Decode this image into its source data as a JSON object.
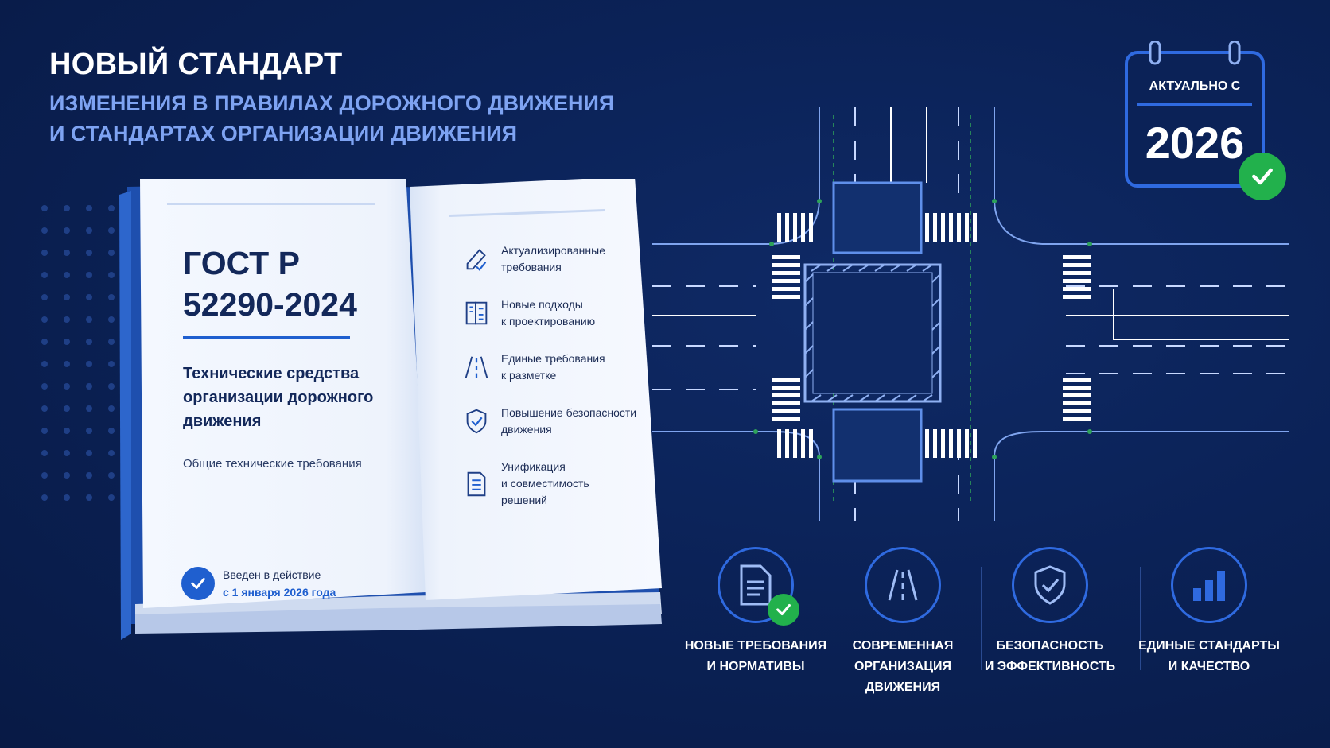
{
  "header": {
    "title": "НОВЫЙ СТАНДАРТ",
    "subtitle_line1": "ИЗМЕНЕНИЯ В ПРАВИЛАХ ДОРОЖНОГО ДВИЖЕНИЯ",
    "subtitle_line2": "И СТАНДАРТАХ ОРГАНИЗАЦИИ ДВИЖЕНИЯ"
  },
  "book": {
    "code_line1": "ГОСТ Р",
    "code_line2": "52290-2024",
    "description": "Технические средства организации дорожного движения",
    "subtitle": "Общие технические требования",
    "effective_line1": "Введен в действие",
    "effective_line2": "с 1 января 2026 года",
    "features": [
      {
        "icon": "edit-document-icon",
        "line1": "Актуализированные",
        "line2": "требования"
      },
      {
        "icon": "blueprint-icon",
        "line1": "Новые подходы",
        "line2": "к проектированию"
      },
      {
        "icon": "road-marking-icon",
        "line1": "Единые требования",
        "line2": "к разметке"
      },
      {
        "icon": "shield-check-icon",
        "line1": "Повышение безопасности",
        "line2": "движения"
      },
      {
        "icon": "document-list-icon",
        "line1": "Унификация",
        "line2": "и совместимость",
        "line3": "решений"
      }
    ]
  },
  "calendar": {
    "label": "АКТУАЛЬНО С",
    "year": "2026"
  },
  "bottom_features": [
    {
      "icon": "document-check-icon",
      "line1": "НОВЫЕ ТРЕБОВАНИЯ",
      "line2": "И НОРМАТИВЫ"
    },
    {
      "icon": "road-icon",
      "line1": "СОВРЕМЕННАЯ",
      "line2": "ОРГАНИЗАЦИЯ",
      "line3": "ДВИЖЕНИЯ"
    },
    {
      "icon": "shield-check-icon",
      "line1": "БЕЗОПАСНОСТЬ",
      "line2": "И ЭФФЕКТИВНОСТЬ"
    },
    {
      "icon": "bar-chart-icon",
      "line1": "ЕДИНЫЕ СТАНДАРТЫ",
      "line2": "И КАЧЕСТВО"
    }
  ],
  "colors": {
    "background": "#0b2257",
    "accent_blue": "#1f5fcf",
    "accent_green": "#22b14c",
    "subtitle": "#7ea3f2"
  }
}
